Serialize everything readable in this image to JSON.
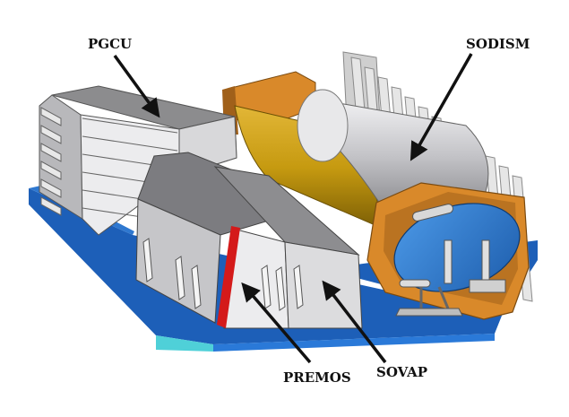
{
  "labels": {
    "pgcu": "PGCU",
    "sodism": "SODISM",
    "premos": "PREMOS",
    "sovap": "SOVAP"
  },
  "colors": {
    "baseplate": "#1d5fb8",
    "baseplate_front": "#2a79d8",
    "baseplate_accent": "#4fd0d8",
    "box_top": "#8c8c8e",
    "box_side": "#d8d8da",
    "box_light": "#ececee",
    "box_dark": "#6f6f72",
    "telescope_gold": "#c69a10",
    "telescope_gold_dark": "#8a6a06",
    "telescope_silver": "#c9c9cc",
    "frame_orange": "#d9892a",
    "frame_orange_dark": "#a0601a",
    "mirror_blue": "#2d7fd6",
    "radiator_grey": "#bfbfbf",
    "premos_red": "#d41a1a",
    "arrow": "#111111"
  }
}
